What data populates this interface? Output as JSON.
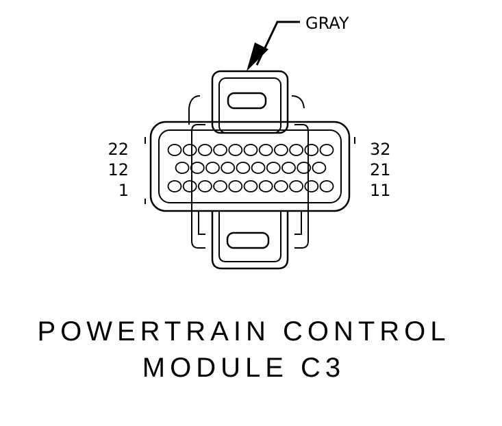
{
  "wire_color_label": "GRAY",
  "pin_labels": {
    "left": [
      "22",
      "12",
      "1"
    ],
    "right": [
      "32",
      "21",
      "11"
    ]
  },
  "pin_rows": [
    {
      "pins_from": 22,
      "pins_to": 32,
      "count": 11
    },
    {
      "pins_from": 12,
      "pins_to": 21,
      "count": 10
    },
    {
      "pins_from": 1,
      "pins_to": 11,
      "count": 11
    }
  ],
  "title_lines": [
    "POWERTRAIN CONTROL",
    "MODULE C3"
  ],
  "colors": {
    "line": "#000000",
    "background": "#ffffff"
  }
}
